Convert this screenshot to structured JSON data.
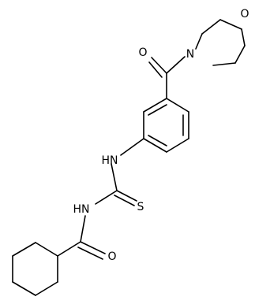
{
  "molecule": {
    "atoms": [
      {
        "id": "o_morph",
        "label": "O"
      },
      {
        "id": "n_morph",
        "label": "N"
      },
      {
        "id": "o_carbonyl_top",
        "label": "O"
      },
      {
        "id": "nh_upper",
        "label": "HN"
      },
      {
        "id": "s_thio",
        "label": "S"
      },
      {
        "id": "nh_lower",
        "label": "HN"
      },
      {
        "id": "o_amide",
        "label": "O"
      }
    ]
  },
  "colors": {
    "bond": "#000000",
    "label": "#000000",
    "background": "#ffffff"
  }
}
